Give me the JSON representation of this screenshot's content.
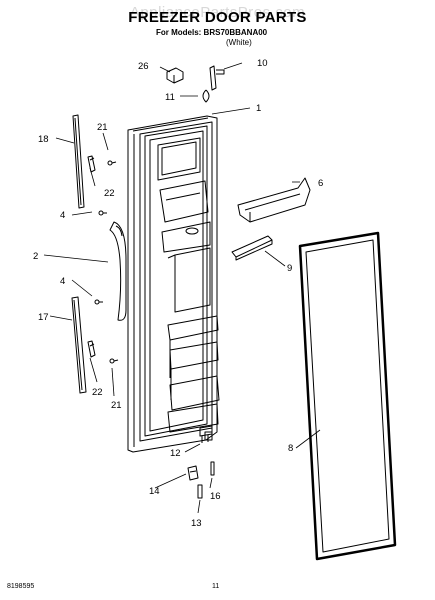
{
  "watermark": "AppliancePartsPros.com",
  "title": "FREEZER DOOR PARTS",
  "models_line": "For Models: BRS70BBANA00",
  "color_line": "(White)",
  "footer": {
    "doc_number": "8198595",
    "page": "11"
  },
  "callouts": {
    "c1": "1",
    "c2": "2",
    "c4a": "4",
    "c4b": "4",
    "c6": "6",
    "c8": "8",
    "c9": "9",
    "c10": "10",
    "c11": "11",
    "c12": "12",
    "c13": "13",
    "c14": "14",
    "c16": "16",
    "c17": "17",
    "c18": "18",
    "c21a": "21",
    "c21b": "21",
    "c22a": "22",
    "c22b": "22",
    "c26": "26"
  }
}
